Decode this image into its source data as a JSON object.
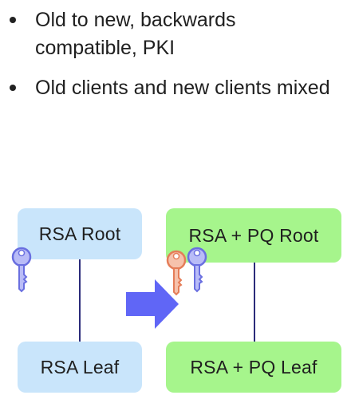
{
  "bullets": [
    "Old to new, backwards compatible, PKI",
    "Old clients and new clients mixed"
  ],
  "diagram": {
    "left": {
      "root_label": "RSA Root",
      "leaf_label": "RSA Leaf",
      "key_icons": [
        "key-icon-blue"
      ]
    },
    "right": {
      "root_label": "RSA + PQ Root",
      "leaf_label": "RSA + PQ Leaf",
      "key_icons": [
        "key-icon-orange",
        "key-icon-blue"
      ]
    },
    "arrow_icon": "right-arrow-icon"
  },
  "colors": {
    "rsa_box": "#c9e5fb",
    "pq_box": "#a6f58c",
    "arrow": "#6066f6",
    "key_blue": "#7b80e6",
    "key_orange": "#ef9a78",
    "connector": "#2b2b7a"
  }
}
